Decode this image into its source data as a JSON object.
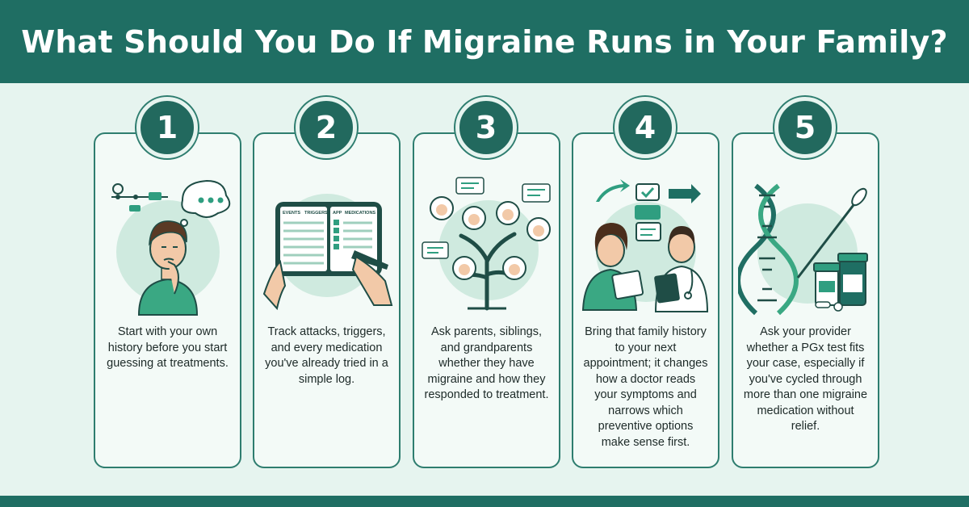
{
  "title": "What Should You Do If Migraine Runs in Your Family?",
  "colors": {
    "primary": "#1f6e63",
    "accent": "#2f9e80",
    "background": "#e6f4ef",
    "card": "#f3faf7"
  },
  "steps": [
    {
      "number": "1",
      "icon": "thinking-person-icon",
      "text": "Start with your own history before you start guessing at treatments."
    },
    {
      "number": "2",
      "icon": "migraine-log-tablet-icon",
      "text": "Track attacks, triggers, and every medication you've already tried in a simple log.",
      "log_headers": [
        "EVENTS",
        "TRIGGERS",
        "APP",
        "MEDICATIONS"
      ]
    },
    {
      "number": "3",
      "icon": "family-tree-icon",
      "text": "Ask parents, siblings, and grandparents whether they have migraine and how they responded to treatment."
    },
    {
      "number": "4",
      "icon": "doctor-consultation-icon",
      "text": "Bring that family history to your next appointment; it changes how a doctor reads your symptoms and narrows which preventive options make sense first."
    },
    {
      "number": "5",
      "icon": "dna-test-icon",
      "text": "Ask your provider whether a PGx test fits your case, especially if you've cycled through more than one migraine medication without relief."
    }
  ]
}
